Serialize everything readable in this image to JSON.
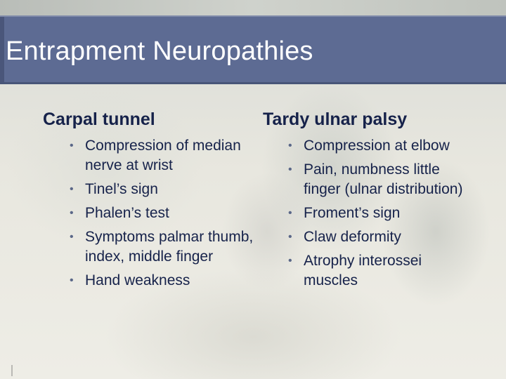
{
  "slide": {
    "title": "Entrapment Neuropathies",
    "bullet_glyph": "•",
    "left_column": {
      "heading": "Carpal tunnel",
      "items": [
        "Compression of median nerve at wrist",
        "Tinel’s sign",
        "Phalen’s test",
        "Symptoms palmar thumb, index, middle finger",
        "Hand weakness"
      ]
    },
    "right_column": {
      "heading": "Tardy ulnar palsy",
      "items": [
        "Compression at elbow",
        "Pain, numbness little finger (ulnar distribution)",
        "Froment’s sign",
        "Claw deformity",
        "Atrophy interossei muscles"
      ]
    }
  },
  "colors": {
    "title_bar": "#5d6b93",
    "title_text": "#ffffff",
    "body_text": "#16224a",
    "bullet": "#5a6788",
    "background": "#e9e8e1"
  }
}
